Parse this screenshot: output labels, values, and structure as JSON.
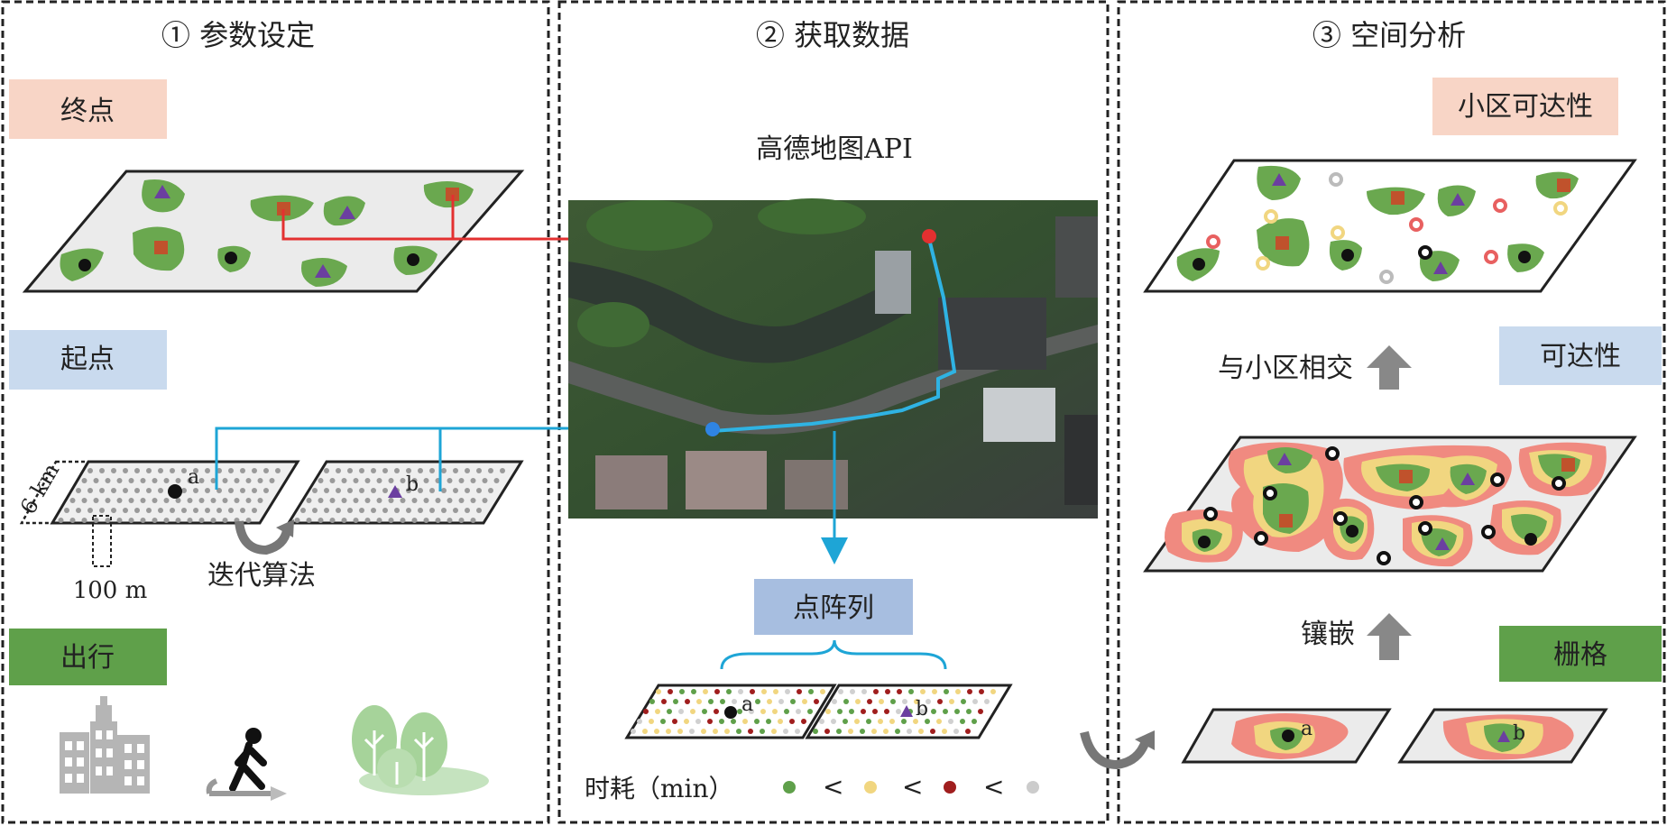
{
  "panels": [
    {
      "title": "① 参数设定"
    },
    {
      "title": "② 获取数据"
    },
    {
      "title": "③ 空间分析"
    }
  ],
  "panel1": {
    "destination_label": "终点",
    "origin_label": "起点",
    "travel_label": "出行",
    "grid_size_label": "6 km",
    "spacing_label": "100 m",
    "iteration_label": "迭代算法",
    "point_a": "a",
    "point_b": "b"
  },
  "panel2": {
    "api_label": "高德地图API",
    "array_label": "点阵列",
    "point_a": "a",
    "point_b": "b",
    "legend_title": "时耗（min）",
    "legend_sep": "<"
  },
  "panel3": {
    "community_access_label": "小区可达性",
    "intersect_label": "与小区相交",
    "access_label": "可达性",
    "mosaic_label": "镶嵌",
    "raster_label": "栅格",
    "point_a": "a",
    "point_b": "b"
  },
  "colors": {
    "salmon_box": "#F8D5C6",
    "blue_box": "#C9DAEE",
    "green_box": "#5FA04A",
    "api_box": "#A7BEE0",
    "patch_green": "#6AA84F",
    "square_orange": "#C0522C",
    "triangle_purple": "#6B3FA0",
    "route_red": "#E33030",
    "route_cyan": "#1EA5D6",
    "legend_green": "#5FA04A",
    "legend_yellow": "#F1D680",
    "legend_red": "#A01E1E",
    "legend_gray": "#CCCCCC"
  }
}
